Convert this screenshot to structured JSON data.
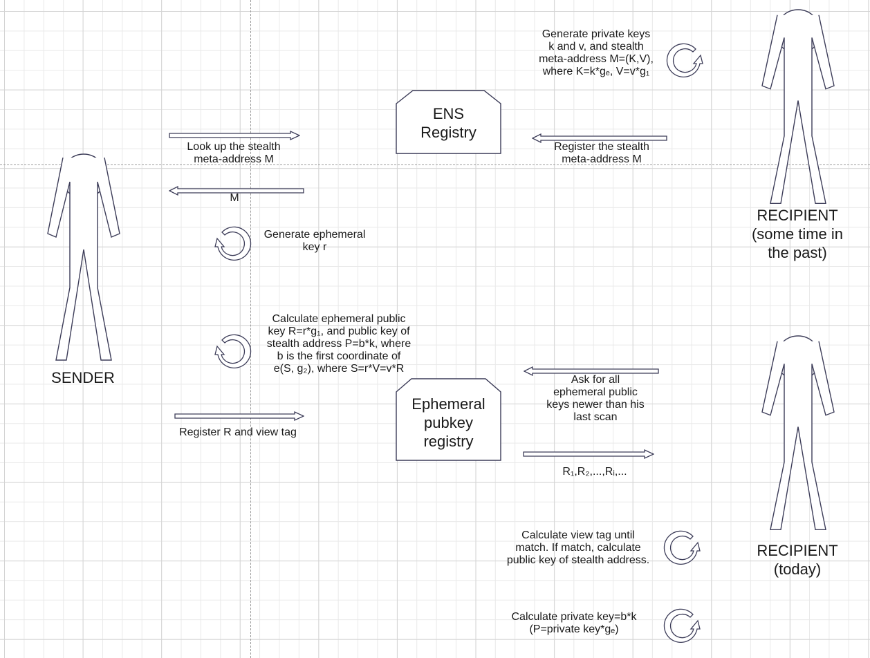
{
  "actors": {
    "sender": "SENDER",
    "recipient_past": [
      "RECIPIENT",
      "(some time in",
      "the past)"
    ],
    "recipient_today": [
      "RECIPIENT",
      "(today)"
    ]
  },
  "nodes": {
    "ens_registry": [
      "ENS",
      "Registry"
    ],
    "ephemeral_registry": [
      "Ephemeral",
      "pubkey",
      "registry"
    ]
  },
  "steps": {
    "generate_keys": [
      "Generate private keys",
      "k and v, and stealth",
      "meta-address M=(K,V),",
      "where K=k*gₑ, V=v*g₁"
    ],
    "register_meta": [
      "Register the stealth",
      "meta-address M"
    ],
    "look_up": [
      "Look up the stealth",
      "meta-address M"
    ],
    "m_return": "M",
    "gen_ephemeral": [
      "Generate ephemeral",
      "key r"
    ],
    "calc_pub": [
      "Calculate ephemeral public",
      "key R=r*g₁, and public key of",
      "stealth address P=b*k, where",
      "b is the first coordinate of",
      "e(S, g₂), where S=r*V=v*R"
    ],
    "register_r": "Register R and view tag",
    "ask_keys": [
      "Ask for all",
      "ephemeral public",
      "keys newer than his",
      "last scan"
    ],
    "r_list": "R₁,R₂,...,Rᵢ,...",
    "calc_view_tag": [
      "Calculate view tag until",
      "match. If match, calculate",
      "public key of stealth address."
    ],
    "calc_priv": [
      "Calculate private key=b*k",
      "(P=private key*gₑ)"
    ]
  }
}
